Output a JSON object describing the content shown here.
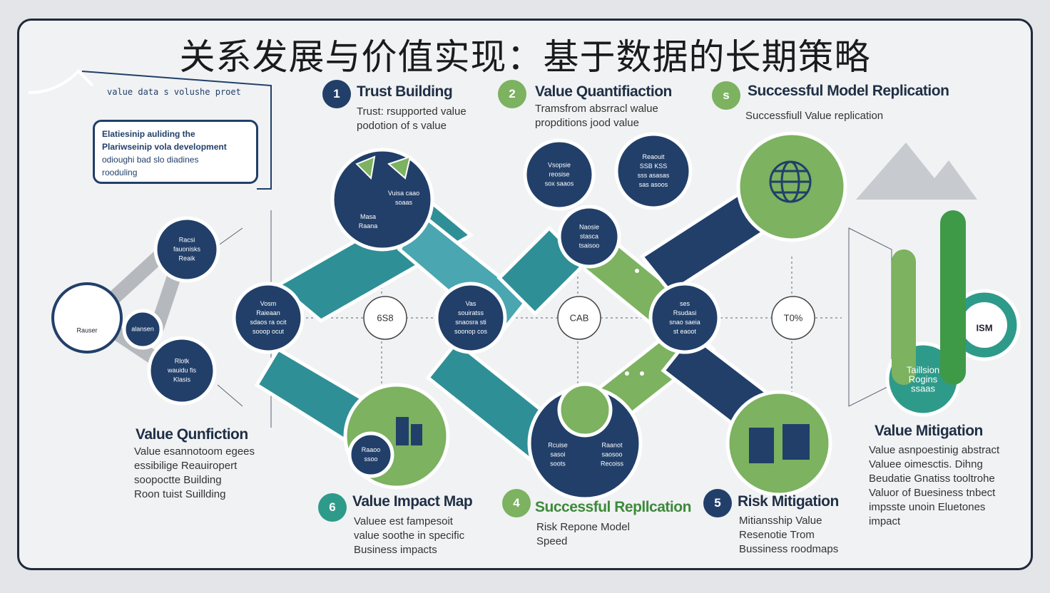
{
  "title": "关系发展与价值实现：基于数据的长期策略",
  "tagline": "value data s volushe proet",
  "note": {
    "line1": "Elatiesinip auliding the",
    "line2": "Plariwseinip vola development",
    "line3": "odioughi  bad slo diadines\nrooduling"
  },
  "steps": [
    {
      "num": "1",
      "title": "Trust Building",
      "desc": "Trust: rsupported value\n podotion of s value"
    },
    {
      "num": "2",
      "title": "Value Quantifiaction",
      "desc": "Tramsfrom absrracl walue\n propditions jood value"
    },
    {
      "num": "s",
      "title": "Successful Model Replication",
      "desc": "Successfiull Value replication"
    },
    {
      "num": "4",
      "title": "Successful Repllcation",
      "desc": "Risk Repone Model\n  Speed"
    },
    {
      "num": "5",
      "title": "Risk Mitigation",
      "desc": "Mitiansship Value\nResenotie Trom\nBussiness roodmaps"
    },
    {
      "num": "6",
      "title": "Value Impact Map",
      "desc": "Valuee est fampesoit\nvalue soothe in specific\nBusiness impacts"
    }
  ],
  "left_block": {
    "title": "Value Qunfiction",
    "desc": "Value esannotoom egees\nessibilige Reauiropert\nsoopoctte Building\nRoon tuist Suillding"
  },
  "right_block": {
    "title": "Value Mitigation",
    "desc": "Value asnpoestinig abstract\nValuee oimesctis. Dihng\nBeudatie Gnatiss tooltrohe\nValuor of Buesiness tnbect\nimpsste unoin Eluetones\nimpact"
  },
  "center_pcts": [
    "6S8",
    "CAB",
    "T0%"
  ],
  "circles": {
    "left_top": "Racsi\nfauonisks\nReaik",
    "left_mid": "alansen",
    "left_bot": "Rlotk\nwauidu fis\nKlasis",
    "left_house": "Rauser",
    "node1": "Vosm\nRaieaan\nsdaos ra ocit\nsooop ocut",
    "node2": "Vas\nsouiratss\nsnaosra sti\nsoonop cos",
    "node3": "ses\nRsudasi\nsnao saeia\nst eaoot",
    "top1": "Vsopsie\nreosise\nsox saaos",
    "top2a": "Naosie\nstasca\ntsaisoo",
    "top2b": "Reaouit\nSSB KSS\nsss asasas\nsas asoos",
    "top1sub": "Masa\nRaana",
    "top1side": "Vuisa caao\nsoaas",
    "bot_left": "Raaoo\nssoo",
    "bot_mid_l": "Rcuise\nsasoi\nsoots",
    "bot_mid_r": "Raanot\nsaosoo\nRecoiss",
    "right_teal": "Taillsion\nRogins\nssaas",
    "right_pct": "ISM"
  },
  "colors": {
    "navy": "#213f69",
    "green": "#7cb260",
    "teal": "#2e9a8a",
    "lightteal": "#4aa6b0"
  }
}
